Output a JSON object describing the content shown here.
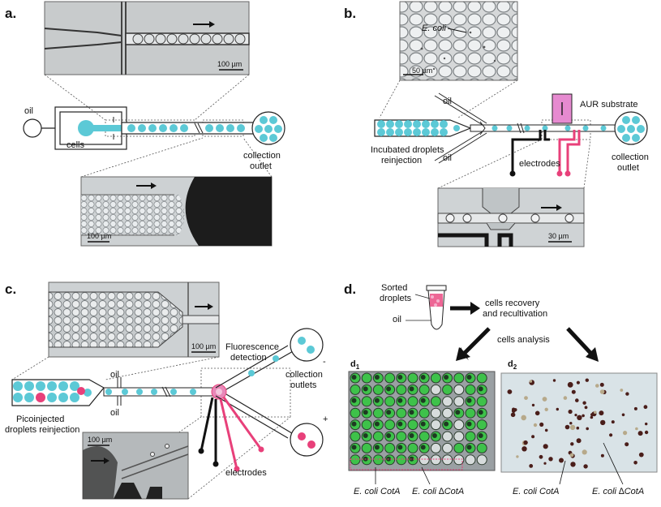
{
  "colors": {
    "droplet": "#5cc9d6",
    "magenta": "#e8407a",
    "black": "#111111",
    "aur_pink": "#e68ad0",
    "green_well": "#3ec24a",
    "micro_bg": "#c9cdd0"
  },
  "panels": {
    "a": {
      "label": "a.",
      "scalebar_top": "100 µm",
      "scalebar_bottom": "100 µm",
      "oil": "oil",
      "cells": "cells",
      "collection_line1": "collection",
      "collection_line2": "outlet"
    },
    "b": {
      "label": "b.",
      "ecoli": "E. coli",
      "scalebar_top": "50 µm",
      "scalebar_bottom": "30 µm",
      "oil_top": "oil",
      "oil_bottom": "oil",
      "aur": "AUR substrate",
      "incubated_line1": "Incubated droplets",
      "incubated_line2": "reinjection",
      "electrodes": "electrodes",
      "collection_line1": "collection",
      "collection_line2": "outlet"
    },
    "c": {
      "label": "c.",
      "scalebar_top": "100 µm",
      "scalebar_bottom": "100 µm",
      "oil_top": "oil",
      "oil_bottom": "oil",
      "fluor_line1": "Fluorescence",
      "fluor_line2": "detection",
      "collection_line1": "collection",
      "collection_line2": "outlets",
      "minus": "-",
      "plus": "+",
      "pico_line1": "Picoinjected",
      "pico_line2": "droplets reinjection",
      "electrodes": "electrodes"
    },
    "d": {
      "label": "d.",
      "sorted_line1": "Sorted",
      "sorted_line2": "droplets",
      "oil": "oil",
      "recovery_line1": "cells recovery",
      "recovery_line2": "and recultivation",
      "analysis": "cells analysis",
      "d1": "d",
      "d1_sub": "1",
      "d2": "d",
      "d2_sub": "2",
      "d1_left": "E. coli CotA",
      "d1_right": "E. coli ∆CotA",
      "d2_left": "E. coli CotA",
      "d2_right": "E. coli ∆CotA"
    }
  },
  "plate": {
    "rows": 8,
    "cols": 12
  }
}
